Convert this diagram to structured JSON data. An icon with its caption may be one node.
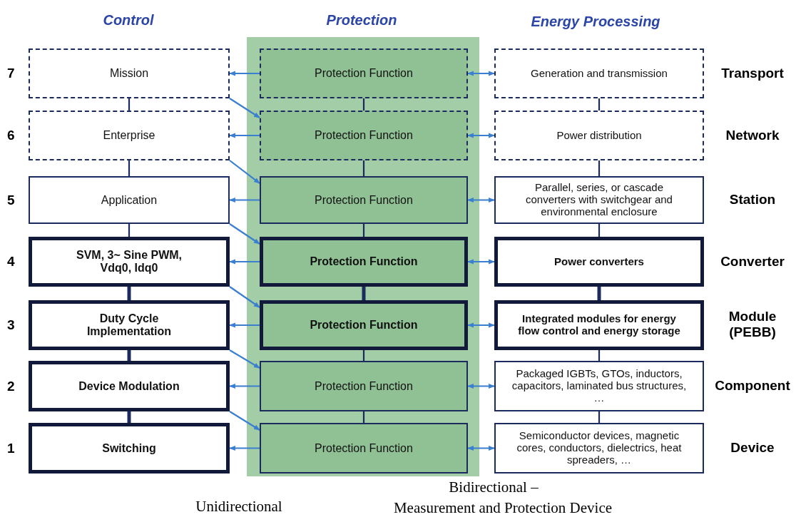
{
  "diagram": {
    "nodes": [
      {
        "text": [],
        "shape": "band"
      },
      {
        "text": [
          "Mission"
        ],
        "beside": [
          "7"
        ]
      },
      {
        "text": [
          "Protection Function"
        ],
        "in": 0
      },
      {
        "text": [
          "Generation and transmission"
        ],
        "beside": [
          "Transport"
        ]
      },
      {
        "text": [
          "Enterprise"
        ],
        "beside": [
          "6"
        ]
      },
      {
        "text": [
          "Protection Function"
        ],
        "in": 0
      },
      {
        "text": [
          "Power distribution"
        ],
        "beside": [
          "Network"
        ]
      },
      {
        "text": [
          "Application"
        ],
        "beside": [
          "5"
        ]
      },
      {
        "text": [
          "Protection Function"
        ],
        "in": 0
      },
      {
        "text": [
          "Parallel, series, or cascade converters with switchgear and environmental enclosure"
        ],
        "beside": [
          "Station"
        ]
      },
      {
        "text": [
          "SVM, 3~ Sine PWM, Vdq0, Idq0"
        ],
        "beside": [
          "4"
        ]
      },
      {
        "text": [
          "Protection Function"
        ],
        "in": 0
      },
      {
        "text": [
          "Power converters"
        ],
        "beside": [
          "Converter"
        ]
      },
      {
        "text": [
          "Duty Cycle Implementation"
        ],
        "beside": [
          "3"
        ]
      },
      {
        "text": [
          "Protection Function"
        ],
        "in": 0
      },
      {
        "text": [
          "Integrated modules for energy flow control and energy storage"
        ],
        "beside": [
          "Module (PEBB)"
        ]
      },
      {
        "text": [
          "Device Modulation"
        ],
        "beside": [
          "2"
        ]
      },
      {
        "text": [
          "Protection Function"
        ],
        "in": 0
      },
      {
        "text": [
          "Packaged IGBTs, GTOs, inductors, capacitors, laminated bus structures, …"
        ],
        "beside": [
          "Component"
        ]
      },
      {
        "text": [
          "Switching"
        ],
        "beside": [
          "1"
        ]
      },
      {
        "text": [
          "Protection Function"
        ],
        "in": 0
      },
      {
        "text": [
          "Semiconductor devices, magnetic cores, conductors, dielectrics, heat spreaders, …"
        ],
        "beside": [
          "Device"
        ]
      }
    ],
    "edges": [
      {
        "from": 1,
        "to": 4,
        "arrow": "none",
        "color": "#1c2b5e"
      },
      {
        "from": 4,
        "to": 7,
        "arrow": "none",
        "color": "#1c2b5e"
      },
      {
        "from": 7,
        "to": 10,
        "arrow": "none",
        "color": "#1c2b5e"
      },
      {
        "from": 10,
        "to": 13,
        "arrow": "none",
        "style": "thick",
        "color": "#1c2b5e"
      },
      {
        "from": 13,
        "to": 16,
        "arrow": "none",
        "style": "thick",
        "color": "#1c2b5e"
      },
      {
        "from": 16,
        "to": 19,
        "arrow": "none",
        "style": "thick",
        "color": "#1c2b5e"
      },
      {
        "from": 2,
        "to": 5,
        "arrow": "none",
        "color": "#1c2b5e"
      },
      {
        "from": 5,
        "to": 8,
        "arrow": "none",
        "color": "#1c2b5e"
      },
      {
        "from": 8,
        "to": 11,
        "arrow": "none",
        "color": "#1c2b5e"
      },
      {
        "from": 11,
        "to": 14,
        "arrow": "none",
        "style": "thick",
        "color": "#1c2b5e"
      },
      {
        "from": 14,
        "to": 17,
        "arrow": "none",
        "color": "#1c2b5e"
      },
      {
        "from": 17,
        "to": 20,
        "arrow": "none",
        "color": "#1c2b5e"
      },
      {
        "from": 3,
        "to": 6,
        "arrow": "none",
        "color": "#1c2b5e"
      },
      {
        "from": 6,
        "to": 9,
        "arrow": "none",
        "color": "#1c2b5e"
      },
      {
        "from": 9,
        "to": 12,
        "arrow": "none",
        "color": "#1c2b5e"
      },
      {
        "from": 12,
        "to": 15,
        "arrow": "none",
        "style": "thick",
        "color": "#1c2b5e"
      },
      {
        "from": 15,
        "to": 18,
        "arrow": "none",
        "color": "#1c2b5e"
      },
      {
        "from": 18,
        "to": 21,
        "arrow": "none",
        "color": "#1c2b5e"
      },
      {
        "from": 2,
        "to": 1,
        "arrow": "to"
      },
      {
        "from": 5,
        "to": 4,
        "arrow": "to"
      },
      {
        "from": 8,
        "to": 7,
        "arrow": "to"
      },
      {
        "from": 11,
        "to": 10,
        "arrow": "to"
      },
      {
        "from": 14,
        "to": 13,
        "arrow": "to"
      },
      {
        "from": 17,
        "to": 16,
        "arrow": "to"
      },
      {
        "from": 20,
        "to": 19,
        "arrow": "to"
      },
      {
        "from": 3,
        "to": 2,
        "arrow": "both"
      },
      {
        "from": 6,
        "to": 5,
        "arrow": "both"
      },
      {
        "from": 9,
        "to": 8,
        "arrow": "both"
      },
      {
        "from": 12,
        "to": 11,
        "arrow": "both"
      },
      {
        "from": 15,
        "to": 14,
        "arrow": "both"
      },
      {
        "from": 18,
        "to": 17,
        "arrow": "both"
      },
      {
        "from": 21,
        "to": 20,
        "arrow": "both"
      },
      {
        "from": 1,
        "to": 5,
        "arrow": "to"
      },
      {
        "from": 4,
        "to": 8,
        "arrow": "to"
      },
      {
        "from": 7,
        "to": 11,
        "arrow": "to"
      },
      {
        "from": 10,
        "to": 14,
        "arrow": "to"
      },
      {
        "from": 13,
        "to": 17,
        "arrow": "to"
      },
      {
        "from": 16,
        "to": 20,
        "arrow": "to"
      }
    ],
    "labels": [
      "Control",
      "Protection",
      "Energy Processing",
      "Bidirectional –",
      "Unidirectional",
      "Measurement and Protection Device"
    ]
  }
}
